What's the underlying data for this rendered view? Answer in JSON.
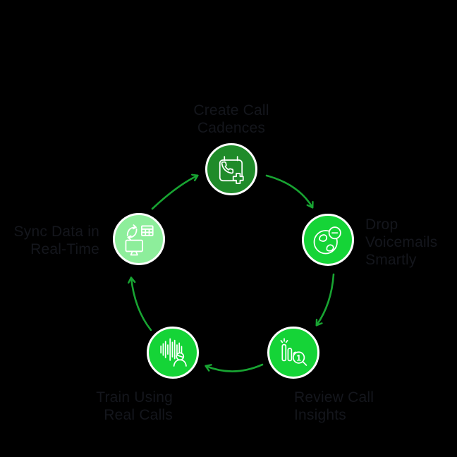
{
  "diagram": {
    "title": "call-automation-cycle",
    "background_color": "#000000",
    "arrow_color": "#18a432",
    "text_color": "#14161c",
    "icon_stroke_color": "#ffffff",
    "flow_direction": "clockwise",
    "nodes": [
      {
        "id": "create-call-cadences",
        "label": "Create Call\nCadences",
        "icon": "calendar-phone-plus-icon",
        "circle_color": "#1f8b2a"
      },
      {
        "id": "drop-voicemails-smartly",
        "label": "Drop\nVoicemails\nSmartly",
        "icon": "voicemail-minus-icon",
        "circle_color": "#15d437"
      },
      {
        "id": "review-call-insights",
        "label": "Review Call\nInsights",
        "icon": "bar-chart-magnifier-icon",
        "circle_color": "#15d437"
      },
      {
        "id": "train-using-real-calls",
        "label": "Train Using\nReal Calls",
        "icon": "waveform-person-icon",
        "circle_color": "#15d437"
      },
      {
        "id": "sync-data-in-real-time",
        "label": "Sync Data in\nReal-Time",
        "icon": "sync-table-monitor-icon",
        "circle_color": "#8dee9b"
      }
    ],
    "magnifier_badge_text": "1"
  }
}
